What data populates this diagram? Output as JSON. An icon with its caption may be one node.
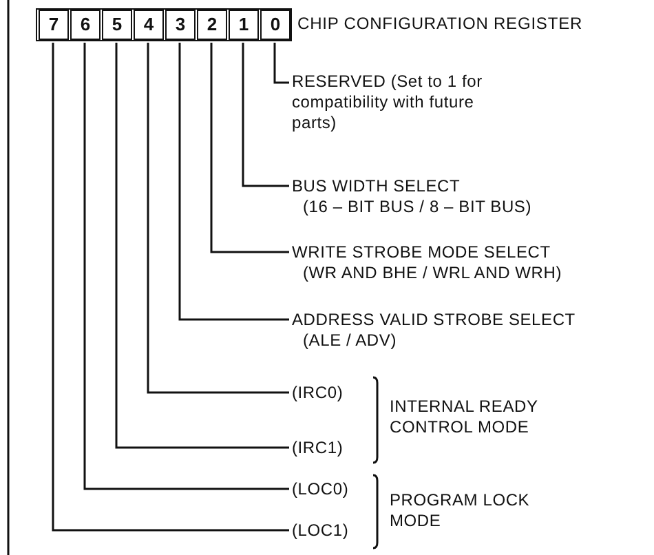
{
  "diagram": {
    "nodes": [
      {
        "text": [
          "CHIP CONFIGURATION REGISTER"
        ]
      },
      {
        "text": [
          "7"
        ],
        "in": 0
      },
      {
        "text": [
          "6"
        ],
        "in": 0
      },
      {
        "text": [
          "5"
        ],
        "in": 0
      },
      {
        "text": [
          "4"
        ],
        "in": 0
      },
      {
        "text": [
          "3"
        ],
        "in": 0
      },
      {
        "text": [
          "2"
        ],
        "in": 0
      },
      {
        "text": [
          "1"
        ],
        "in": 0
      },
      {
        "text": [
          "0"
        ],
        "in": 0
      },
      {
        "text": [
          "RESERVED (Set to 1 for compatibility with future parts)"
        ]
      },
      {
        "text": [
          "BUS WIDTH SELECT",
          "(16 – BIT BUS / 8 – BIT BUS)"
        ]
      },
      {
        "text": [
          "WRITE STROBE MODE SELECT",
          "(WR AND BHE / WRL AND WRH)"
        ]
      },
      {
        "text": [
          "ADDRESS VALID STROBE SELECT",
          "(ALE / ADV)"
        ]
      },
      {
        "text": [
          "(IRC0)"
        ]
      },
      {
        "text": [
          "(IRC1)"
        ]
      },
      {
        "text": [
          "(LOC0)"
        ]
      },
      {
        "text": [
          "(LOC1)"
        ]
      }
    ],
    "edges": [
      {
        "from": 8,
        "to": 9,
        "arrow": "none"
      },
      {
        "from": 7,
        "to": 10,
        "arrow": "none"
      },
      {
        "from": 6,
        "to": 11,
        "arrow": "none"
      },
      {
        "from": 5,
        "to": 12,
        "arrow": "none"
      },
      {
        "from": 4,
        "to": 13,
        "arrow": "none"
      },
      {
        "from": 3,
        "to": 14,
        "arrow": "none"
      },
      {
        "from": 2,
        "to": 15,
        "arrow": "none"
      },
      {
        "from": 1,
        "to": 16,
        "arrow": "none"
      }
    ],
    "labels": [
      "INTERNAL READY CONTROL MODE",
      "PROGRAM LOCK MODE"
    ]
  }
}
